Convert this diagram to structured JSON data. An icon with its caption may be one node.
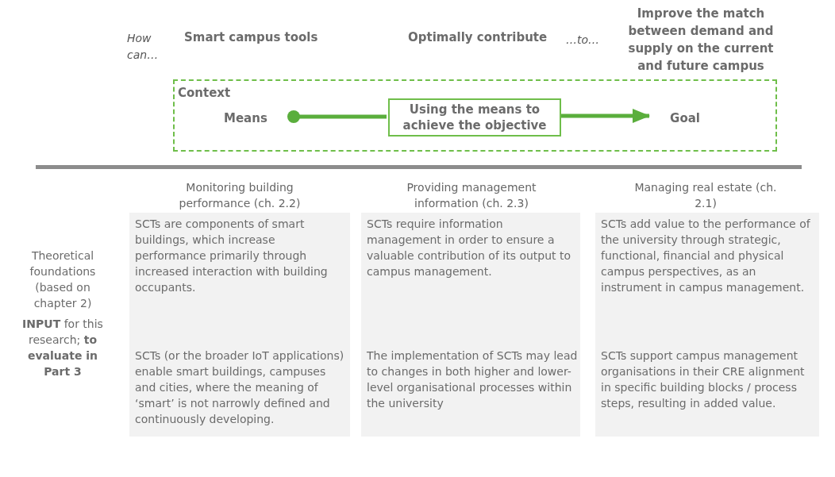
{
  "diagram": {
    "nodes": [
      {
        "text": [
          "Context"
        ]
      },
      {
        "text": [
          "Means"
        ],
        "in": 0
      },
      {
        "text": [
          "Using the means to achieve the objective"
        ],
        "in": 0
      },
      {
        "text": [
          "Goal"
        ],
        "in": 0
      },
      {
        "text": [
          "Monitoring building performance (ch. 2.2)",
          "SCTs are components of smart buildings, which increase performance primarily through increased interaction with building occupants.",
          "SCTs (or the broader IoT applications) enable smart buildings, campuses and cities, where the meaning of ‘smart’ is not narrowly defined and continuously developing."
        ]
      },
      {
        "text": [
          "Providing management information (ch. 2.3)",
          "SCTs require information management in order to ensure a valuable contribution of its output to campus management.",
          "The implementation of SCTs may lead to changes in both higher and lower-level organisational processes within the university"
        ]
      },
      {
        "text": [
          "Managing real estate (ch. 2.1)",
          "SCTs add value to the performance of the university through strategic, functional, financial and physical campus perspectives, as an instrument in campus management.",
          "SCTs support campus management organisations in their CRE alignment in specific building blocks / process steps, resulting in added value."
        ]
      }
    ],
    "edges": [
      {
        "from": 1,
        "to": 2,
        "arrow": "other",
        "color": "#5aae3c"
      },
      {
        "from": 2,
        "to": 3,
        "arrow": "to",
        "color": "#5aae3c"
      }
    ],
    "labels": [
      "How can…",
      "Smart campus tools",
      "Optimally contribute",
      "…to…",
      "Improve the match between demand and supply on the current and future campus",
      "Theoretical foundations (based on chapter 2)",
      "**INPUT** for this research; **to evaluate in Part 3**"
    ]
  }
}
